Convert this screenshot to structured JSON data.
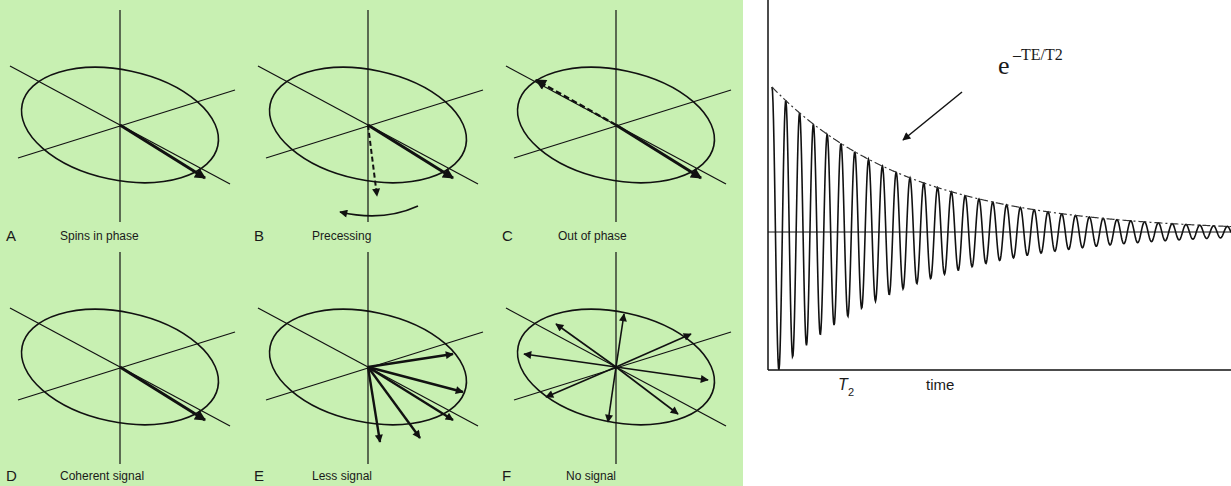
{
  "diagram": {
    "labels": [
      "A",
      "Spins in phase",
      "B",
      "Precessing",
      "C",
      "Out of phase",
      "D",
      "Coherent signal",
      "E",
      "Less signal",
      "F",
      "No signal",
      "e",
      "–TE/T2",
      "T",
      "2",
      "time"
    ]
  }
}
